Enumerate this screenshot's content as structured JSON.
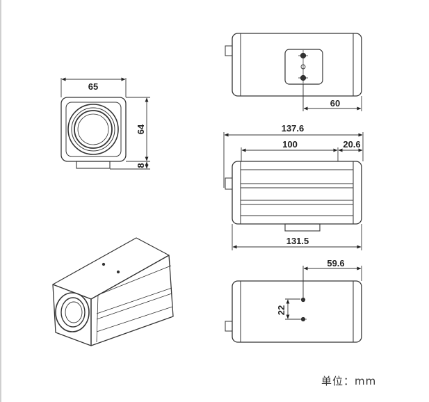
{
  "dimensions": {
    "front_width": "65",
    "front_height": "64",
    "mount_height": "8",
    "top_mount_offset": "60",
    "total_length": "137.6",
    "body_length": "100",
    "front_offset": "20.6",
    "bottom_length": "131.5",
    "bottom_mount_offset": "59.6",
    "hole_spacing": "22"
  },
  "unit_label": "单位：mm"
}
